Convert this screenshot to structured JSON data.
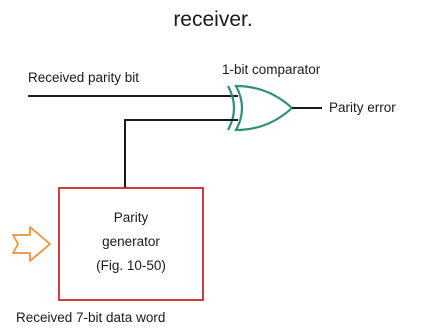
{
  "heading": "receiver.",
  "labels": {
    "received_parity_bit": "Received parity bit",
    "comparator": "1-bit comparator",
    "parity_error": "Parity error",
    "data_word": "Received 7-bit data word"
  },
  "parity_generator": {
    "line1": "Parity",
    "line2": "generator",
    "line3": "(Fig. 10-50)"
  },
  "colors": {
    "line": "#1a1a1a",
    "gate": "#2f8f7a",
    "box_border": "#c62828",
    "arrow": "#e8943a"
  },
  "icons": {
    "comparator": "xor-gate-symbol",
    "data_input": "bus-arrow-icon"
  }
}
